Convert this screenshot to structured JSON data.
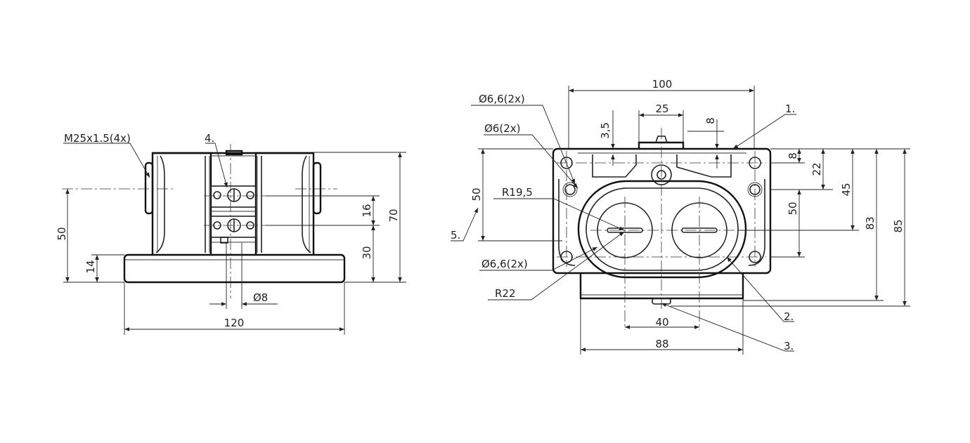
{
  "left_view": {
    "dims": {
      "thread": "M25x1.5(4x)",
      "item4": "4.",
      "d16": "16",
      "d30": "30",
      "d70": "70",
      "d50": "50",
      "d14": "14",
      "dia8": "Ø8",
      "d120": "120"
    }
  },
  "right_view": {
    "dims": {
      "d100": "100",
      "d25": "25",
      "d3_5": "3,5",
      "d8top": "8",
      "hole66_top": "Ø6,6(2x)",
      "hole6": "Ø6(2x)",
      "d50_left": "50",
      "r19_5": "R19,5",
      "item5": "5.",
      "hole66_bot": "Ø6,6(2x)",
      "r22": "R22",
      "item1": "1.",
      "d8_right": "8",
      "d22": "22",
      "d45": "45",
      "d50_right": "50",
      "d83": "83",
      "d85": "85",
      "item2": "2.",
      "d40": "40",
      "d88": "88",
      "item3": "3."
    }
  }
}
